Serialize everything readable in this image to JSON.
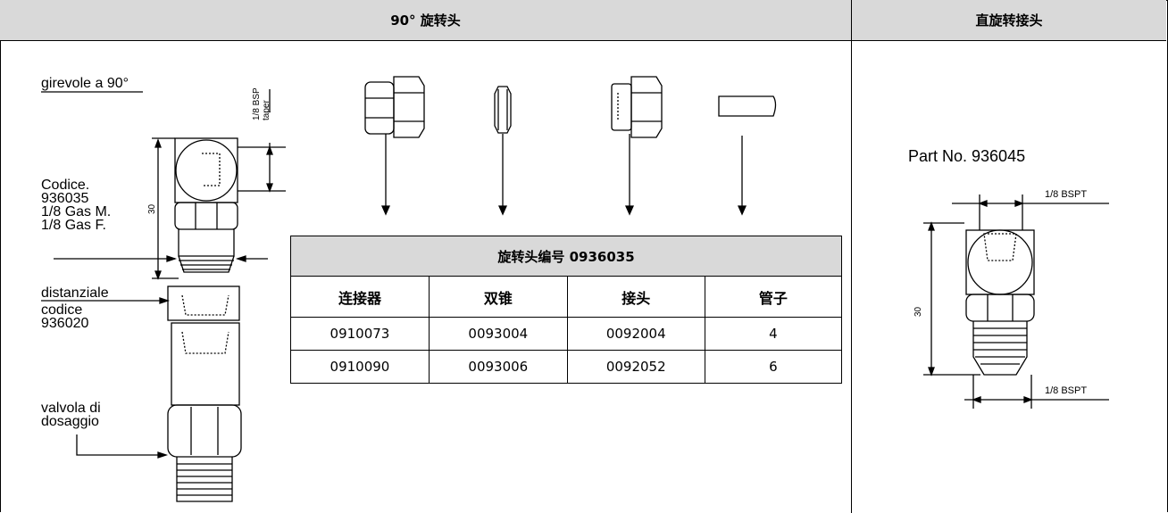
{
  "header": {
    "left_title": "90° 旋转头",
    "right_title": "直旋转接头"
  },
  "left_drawing": {
    "title": "girevole a 90°",
    "code_label": "Codice.",
    "code_value": "936035",
    "male_thread": "1/8 Gas M.",
    "female_thread": "1/8 Gas F.",
    "bsp_line1": "1/8 BSP",
    "bsp_line2": "taper",
    "dimension": "30",
    "spacer_line1": "distanziale",
    "spacer_line2": "codice",
    "spacer_line3": "936020",
    "valve_line1": "valvola di",
    "valve_line2": "dosaggio"
  },
  "parts_table": {
    "title": "旋转头编号 0936035",
    "columns": [
      "连接器",
      "双锥",
      "接头",
      "管子"
    ],
    "rows": [
      [
        "0910073",
        "0093004",
        "0092004",
        "4"
      ],
      [
        "0910090",
        "0093006",
        "0092052",
        "6"
      ]
    ]
  },
  "right_drawing": {
    "part_no": "Part No. 936045",
    "top_thread": "1/8 BSPT",
    "bottom_thread": "1/8 BSPT",
    "dimension": "30"
  }
}
